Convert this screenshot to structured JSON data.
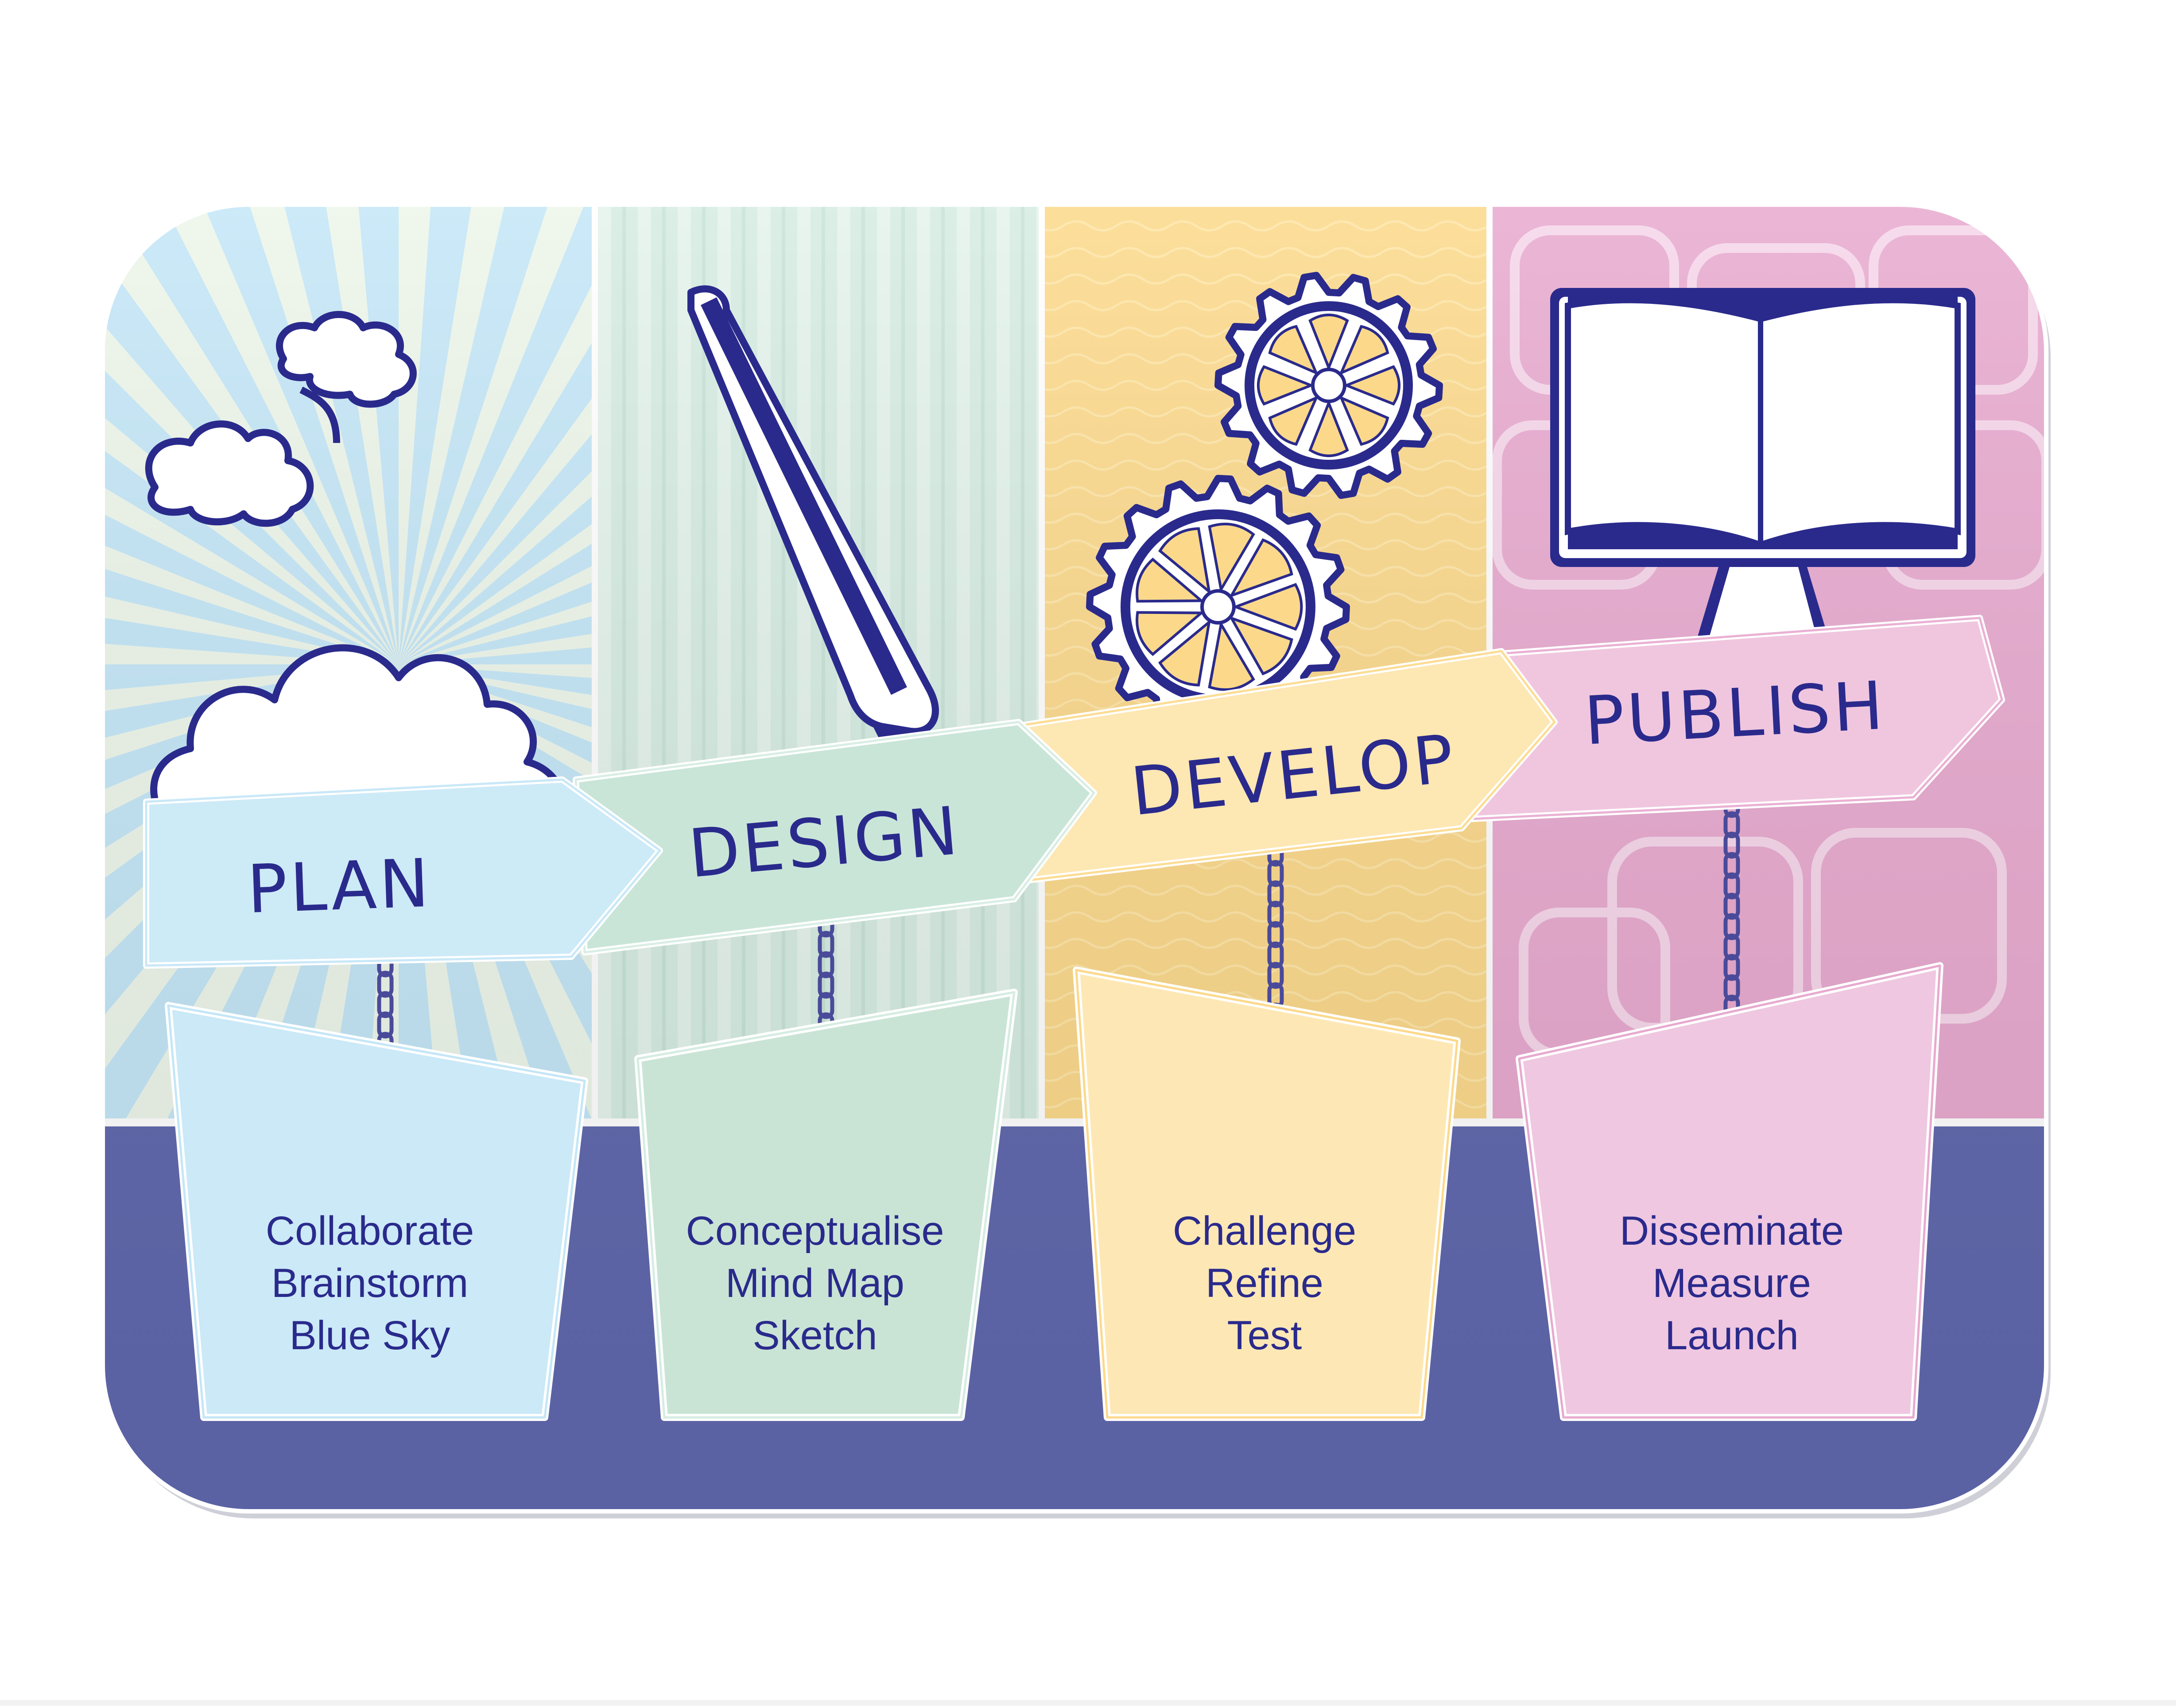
{
  "stages": [
    {
      "label": "PLAN",
      "lines": [
        "Collaborate",
        "Brainstorm",
        "Blue Sky"
      ],
      "icon": "cloud-icon",
      "panel_color": "#c3e6f7",
      "arrow_color": "#cdeaf7",
      "card_color": "#cbe9f7"
    },
    {
      "label": "DESIGN",
      "lines": [
        "Conceptualise",
        "Mind Map",
        "Sketch"
      ],
      "icon": "pen-icon",
      "panel_color": "#d5ece2",
      "arrow_color": "#c9e5d8",
      "card_color": "#c9e4d5"
    },
    {
      "label": "DEVELOP",
      "lines": [
        "Challenge",
        "Refine",
        "Test"
      ],
      "icon": "gears-icon",
      "panel_color": "#fcd98a",
      "arrow_color": "#fde7b3",
      "card_color": "#fde8b5"
    },
    {
      "label": "PUBLISH",
      "lines": [
        "Disseminate",
        "Measure",
        "Launch"
      ],
      "icon": "monitor-book-icon",
      "panel_color": "#e8a9cf",
      "arrow_color": "#f0c6df",
      "card_color": "#efc7e0"
    }
  ],
  "colors": {
    "ink": "#2a2a8c",
    "base_band": "#5f67ad",
    "chain": "#4a4a9a"
  }
}
